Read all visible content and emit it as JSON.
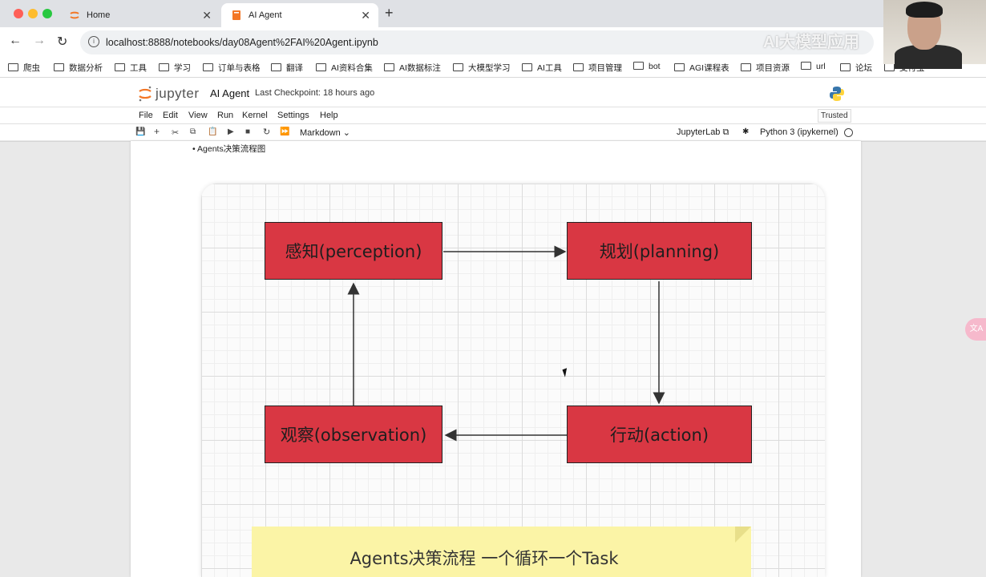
{
  "browser": {
    "tabs": [
      {
        "label": "Home"
      },
      {
        "label": "AI Agent"
      }
    ],
    "url": "localhost:8888/notebooks/day08Agent%2FAI%20Agent.ipynb",
    "bookmarks": [
      "爬虫",
      "数据分析",
      "工具",
      "学习",
      "订单与表格",
      "翻译",
      "AI资料合集",
      "AI数据标注",
      "大模型学习",
      "AI工具",
      "项目管理",
      "bot",
      "AGI课程表",
      "项目资源",
      "url",
      "论坛",
      "支付宝"
    ],
    "bookmarks_more": "»"
  },
  "jupyter": {
    "logo_text": "jupyter",
    "notebook_name": "AI Agent",
    "checkpoint": "Last Checkpoint: 18 hours ago",
    "menu": [
      "File",
      "Edit",
      "View",
      "Run",
      "Kernel",
      "Settings",
      "Help"
    ],
    "trusted": "Trusted",
    "cell_type": "Markdown ⌄",
    "jupyterlab_link": "JupyterLab ⧉",
    "kernel": "Python 3 (ipykernel)"
  },
  "notebook": {
    "bullet": "• Agents决策流程图",
    "diagram": {
      "nodes": {
        "perception": "感知(perception)",
        "planning": "规划(planning)",
        "action": "行动(action)",
        "observation": "观察(observation)"
      },
      "note": "Agents决策流程  一个循环一个Task"
    }
  },
  "overlay": {
    "watermark": "AI大模型应用",
    "translate_icon": "文A"
  }
}
